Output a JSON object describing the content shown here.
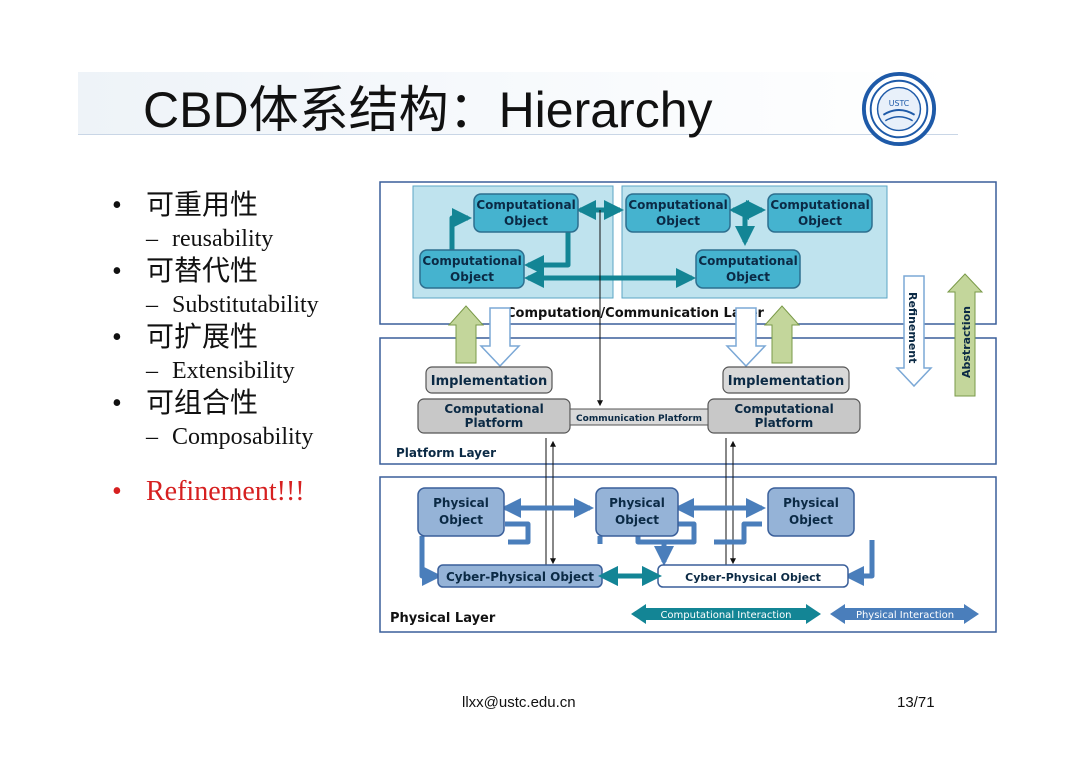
{
  "slide": {
    "title": "CBD体系结构：Hierarchy",
    "logo_text": "USTC",
    "bullets": [
      {
        "label": "可重用性",
        "sub": "reusability"
      },
      {
        "label": "可替代性",
        "sub": "Substitutability"
      },
      {
        "label": "可扩展性",
        "sub": "Extensibility"
      },
      {
        "label": "可组合性",
        "sub": "Composability"
      }
    ],
    "highlight_bullet": "Refinement!!!",
    "bullet_symbol": "•",
    "dash_symbol": "–",
    "footer": {
      "email": "llxx@ustc.edu.cn",
      "page": "13/71"
    }
  },
  "diagram": {
    "layers": {
      "computation": "Computation/Communication Layer",
      "platform": "Platform Layer",
      "physical": "Physical Layer"
    },
    "computational_object": [
      "Computational",
      "Object"
    ],
    "implementation": "Implementation",
    "computational_platform": [
      "Computational",
      "Platform"
    ],
    "communication_platform": "Communication Platform",
    "physical_object": [
      "Physical",
      "Object"
    ],
    "cyber_physical_object": "Cyber-Physical Object",
    "refinement": "Refinement",
    "abstraction": "Abstraction",
    "legend": {
      "computational_interaction": "Computational Interaction",
      "physical_interaction": "Physical Interaction"
    },
    "colors": {
      "frame": "#3a5f9a",
      "comp_region": "#bfe3ee",
      "comp_object": "#45b3cf",
      "comp_arrow": "#138595",
      "implementation": "#d9d9d9",
      "phys_object": "#95b3d7",
      "phys_arrow": "#4a7ebb",
      "abstraction": "#c3d69b"
    }
  }
}
